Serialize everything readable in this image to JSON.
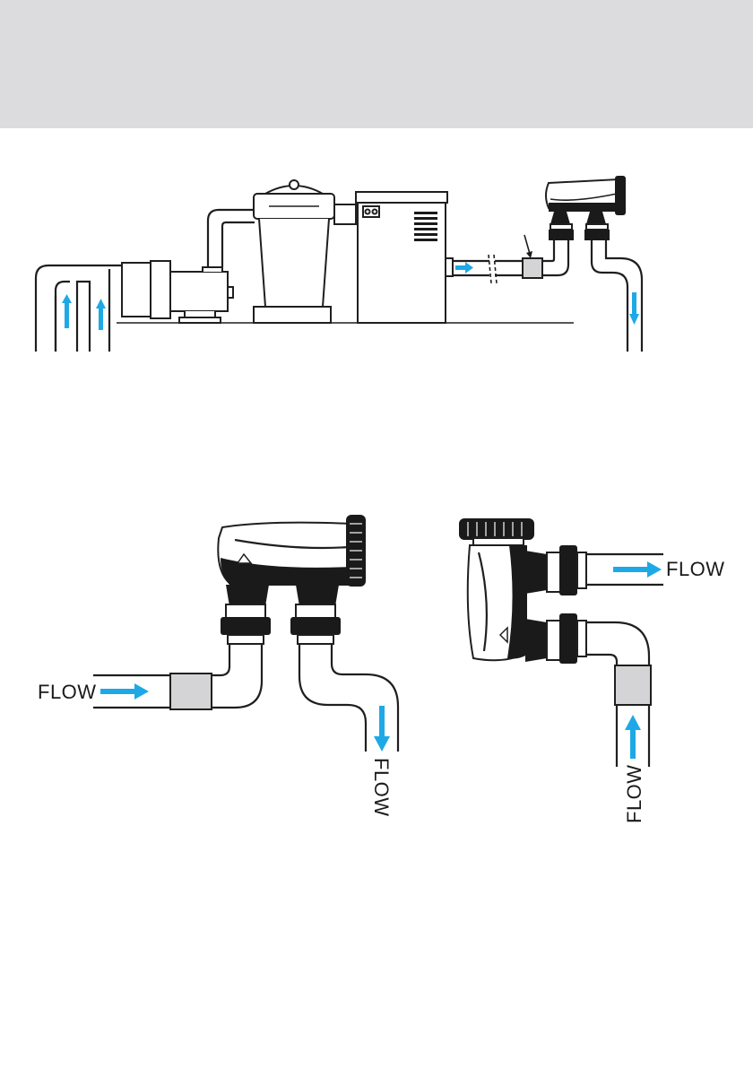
{
  "labels": {
    "flow_in_left": "FLOW",
    "flow_out_left": "FLOW",
    "flow_out_right": "FLOW",
    "flow_in_right": "FLOW"
  },
  "colors": {
    "header_band": "#dcdcde",
    "flow_arrow": "#1ea9e6",
    "line": "#1f1f1f",
    "sleeve": "#d4d4d6"
  },
  "icons": {
    "flow_arrow": "arrow-icon",
    "pump": "pump-icon",
    "filter": "filter-icon",
    "heater": "heater-icon",
    "cell": "chlorinator-cell-icon"
  }
}
